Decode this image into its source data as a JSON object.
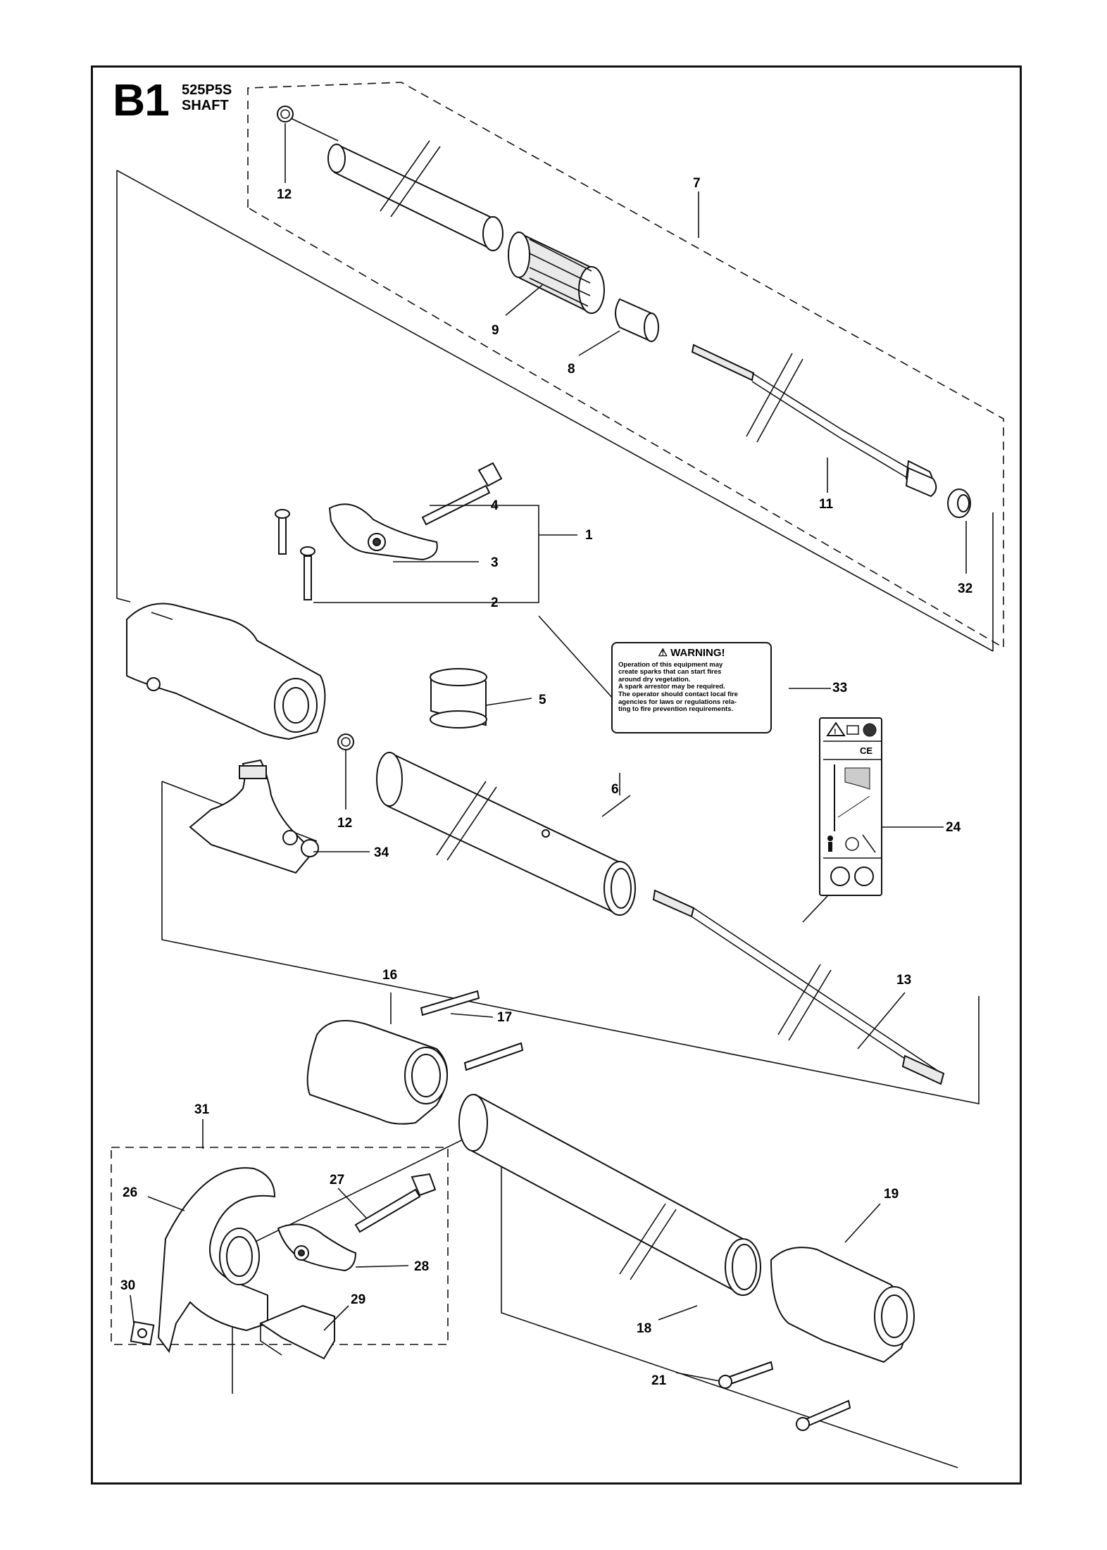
{
  "header": {
    "code": "B1",
    "model": "525P5S",
    "title": "SHAFT"
  },
  "callouts": [
    "1",
    "2",
    "3",
    "4",
    "5",
    "6",
    "7",
    "8",
    "9",
    "11",
    "12",
    "12",
    "13",
    "16",
    "17",
    "18",
    "19",
    "21",
    "24",
    "26",
    "27",
    "28",
    "29",
    "30",
    "31",
    "32",
    "33",
    "34"
  ],
  "warning_decal": {
    "title": "WARNING!",
    "lines": [
      "Operation of this equipment may",
      "create sparks that can start fires",
      "around dry vegetation.",
      "A spark arrestor may be required.",
      "The operator should contact local fire",
      "agencies for laws or regulations rela-",
      "ting to fire prevention requirements."
    ]
  },
  "ce_decal": {
    "mark": "CE"
  },
  "icons": [
    "warning-triangle-icon",
    "book-icon",
    "helmet-icon",
    "person-icon",
    "ear-protection-icon",
    "gloves-icon",
    "boots-icon"
  ]
}
